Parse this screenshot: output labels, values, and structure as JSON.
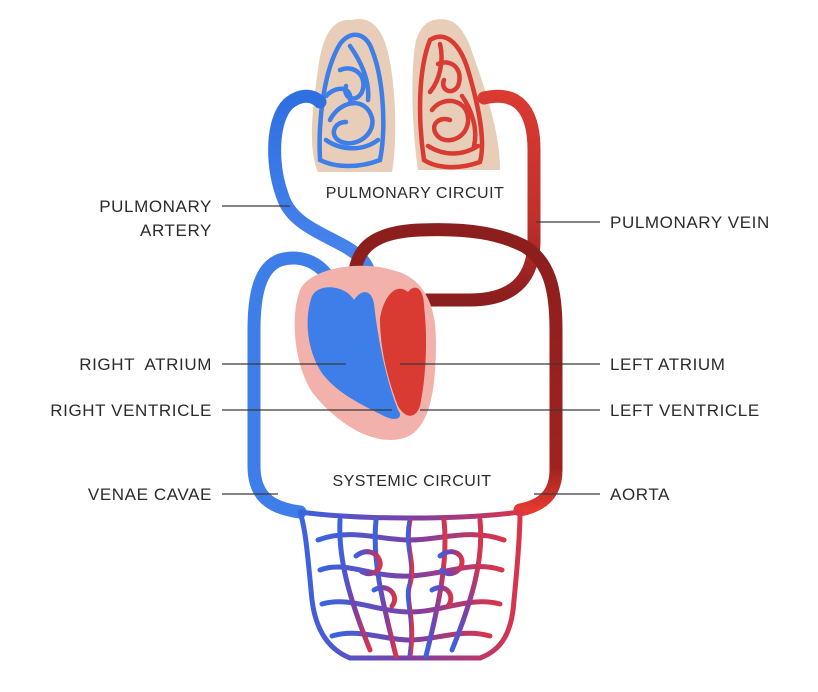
{
  "labels": {
    "pulmonary_artery_line1": "PULMONARY",
    "pulmonary_artery_line2": "ARTERY",
    "pulmonary_vein": "PULMONARY VEIN",
    "right_atrium": "RIGHT  ATRIUM",
    "right_ventricle": "RIGHT VENTRICLE",
    "left_atrium": "LEFT ATRIUM",
    "left_ventricle": "LEFT VENTRICLE",
    "venae_cavae": "VENAE CAVAE",
    "aorta": "AORTA",
    "pulmonary_circuit": "PULMONARY CIRCUIT",
    "systemic_circuit": "SYSTEMIC CIRCUIT"
  },
  "colors": {
    "deoxygenated": "#3d7ee8",
    "oxygenated": "#d93a32",
    "aorta_dark": "#8b1e1e",
    "lung_tissue": "#e8cdb8",
    "heart_tissue": "#f2b1ab",
    "capillary_mix": "#7a3fa0",
    "leader_line": "#3a3a3a"
  }
}
